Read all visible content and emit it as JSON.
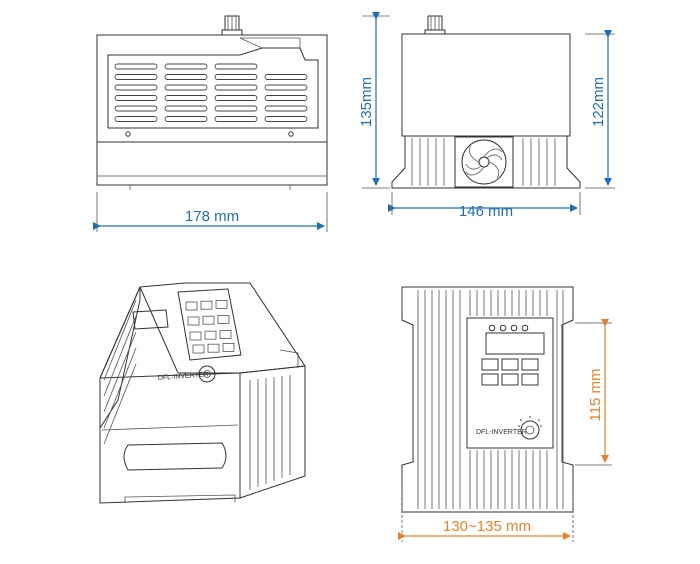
{
  "dimensions": {
    "width_front": "178 mm",
    "height_front": "135mm",
    "width_side": "146 mm",
    "height_side": "122mm",
    "height_bottom": "115 mm",
    "width_bottom": "130~135 mm"
  },
  "labels": {
    "brand_iso": "DFL-INVERTER",
    "brand_front": "DFL-INVERTER"
  },
  "colors": {
    "dimension_blue": "#1f6fb5",
    "dimension_orange": "#e8822a",
    "line": "#333333"
  }
}
